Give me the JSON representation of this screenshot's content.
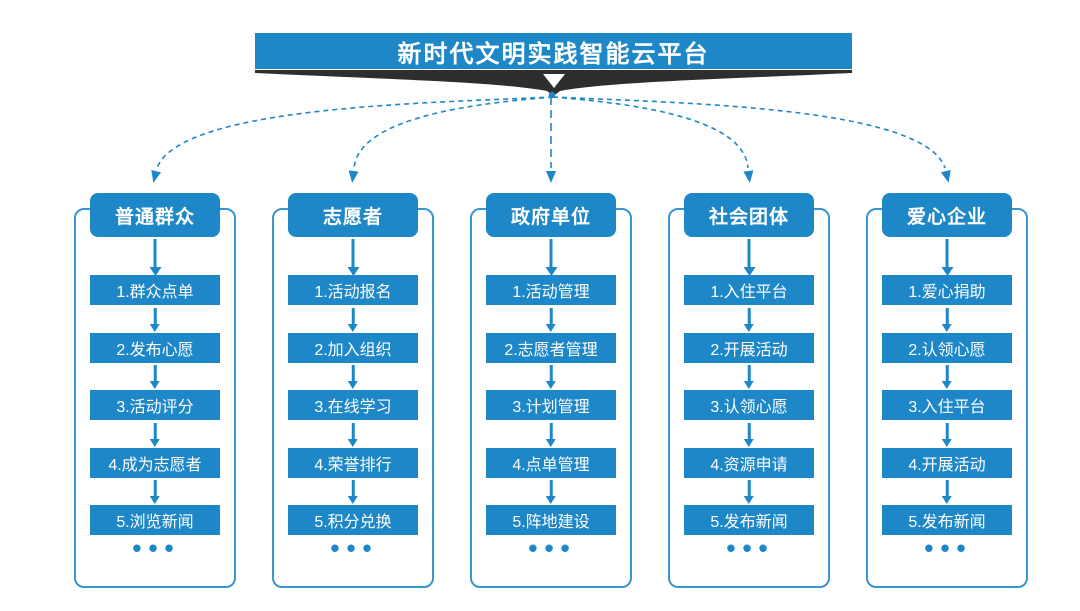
{
  "title": "新时代文明实践智能云平台",
  "ellipsis": "•••",
  "colors": {
    "primary_blue": "#1e87c7",
    "frame_blue": "#3a95cf",
    "banner_black": "#2e2e2e",
    "background": "#ffffff",
    "text_on_blue": "#ffffff"
  },
  "columns": [
    {
      "header": "普通群众",
      "items": [
        "1.群众点单",
        "2.发布心愿",
        "3.活动评分",
        "4.成为志愿者",
        "5.浏览新闻"
      ]
    },
    {
      "header": "志愿者",
      "items": [
        "1.活动报名",
        "2.加入组织",
        "3.在线学习",
        "4.荣誉排行",
        "5.积分兑换"
      ]
    },
    {
      "header": "政府单位",
      "items": [
        "1.活动管理",
        "2.志愿者管理",
        "3.计划管理",
        "4.点单管理",
        "5.阵地建设"
      ]
    },
    {
      "header": "社会团体",
      "items": [
        "1.入住平台",
        "2.开展活动",
        "3.认领心愿",
        "4.资源申请",
        "5.发布新闻"
      ]
    },
    {
      "header": "爱心企业",
      "items": [
        "1.爱心捐助",
        "2.认领心愿",
        "3.入住平台",
        "4.开展活动",
        "5.发布新闻"
      ]
    }
  ]
}
